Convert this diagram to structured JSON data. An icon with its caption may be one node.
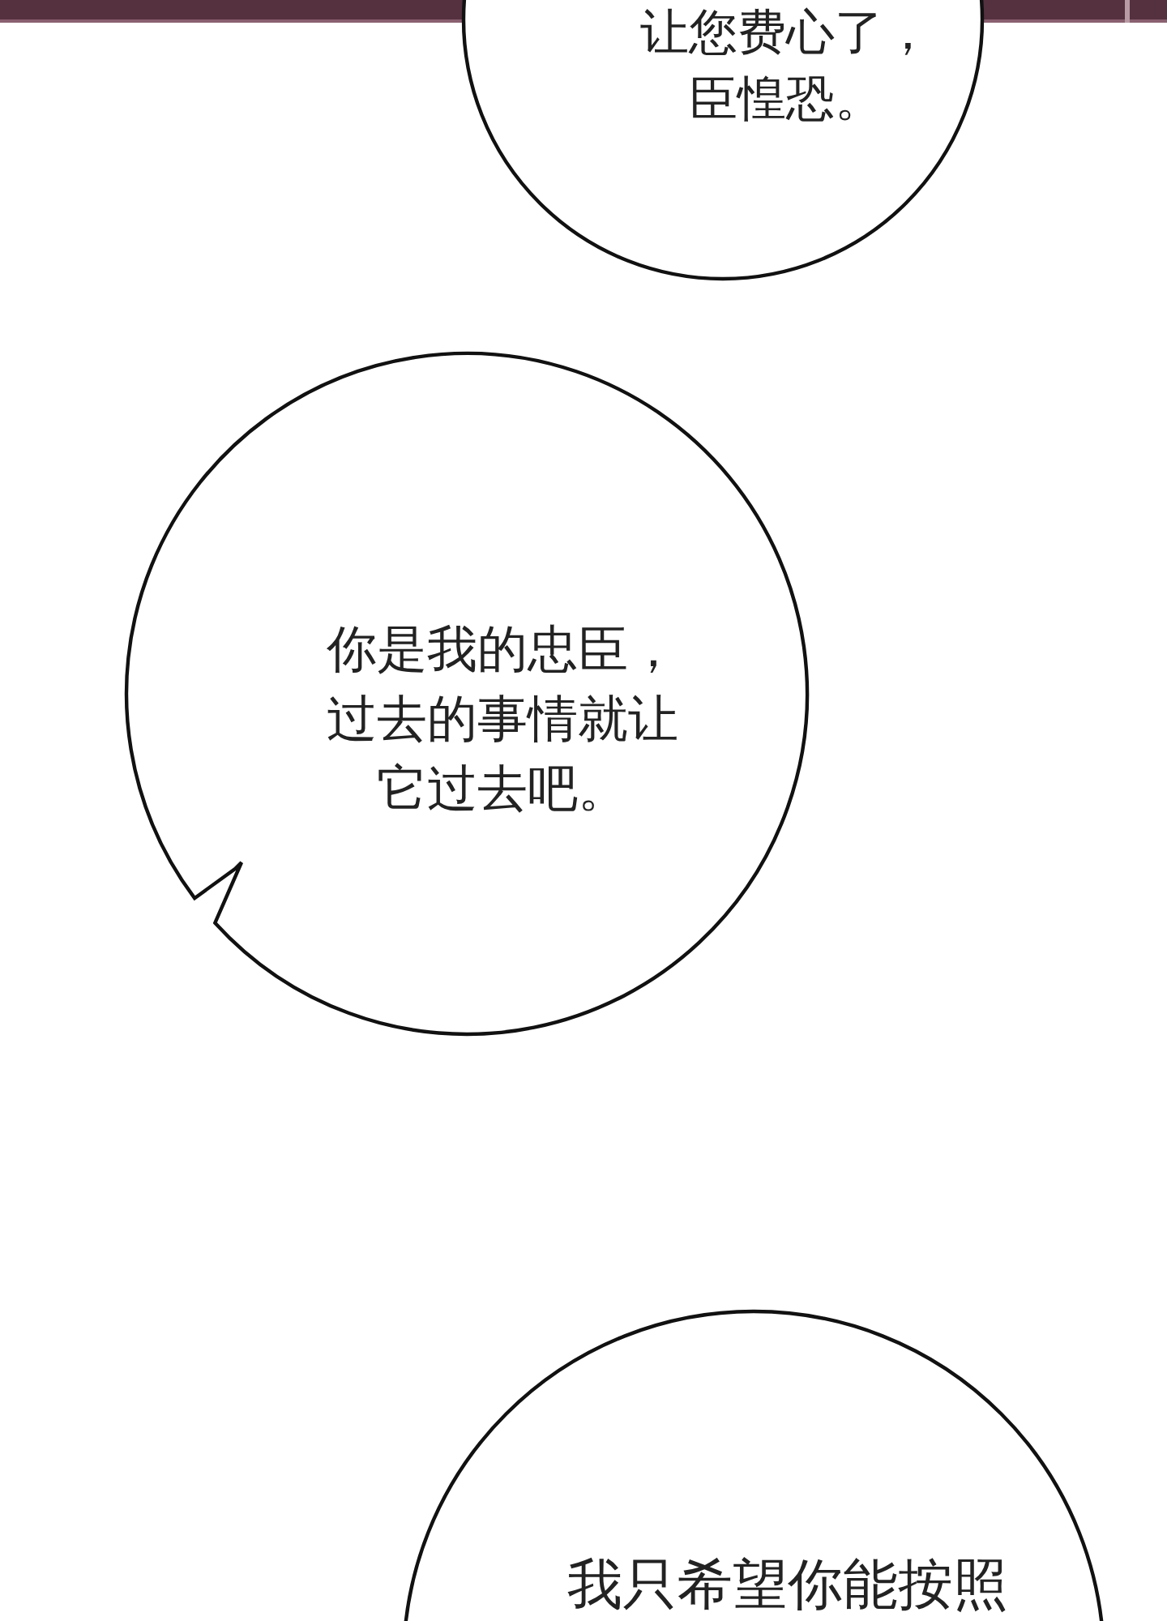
{
  "diagram": {
    "nodes": [
      {
        "text": [
          "让您费心了，臣惶恐。"
        ]
      },
      {
        "text": [
          "你是我的忠臣，过去的事情就让它过去吧。"
        ]
      },
      {
        "text": [
          "我只希望你能按照"
        ]
      }
    ]
  }
}
